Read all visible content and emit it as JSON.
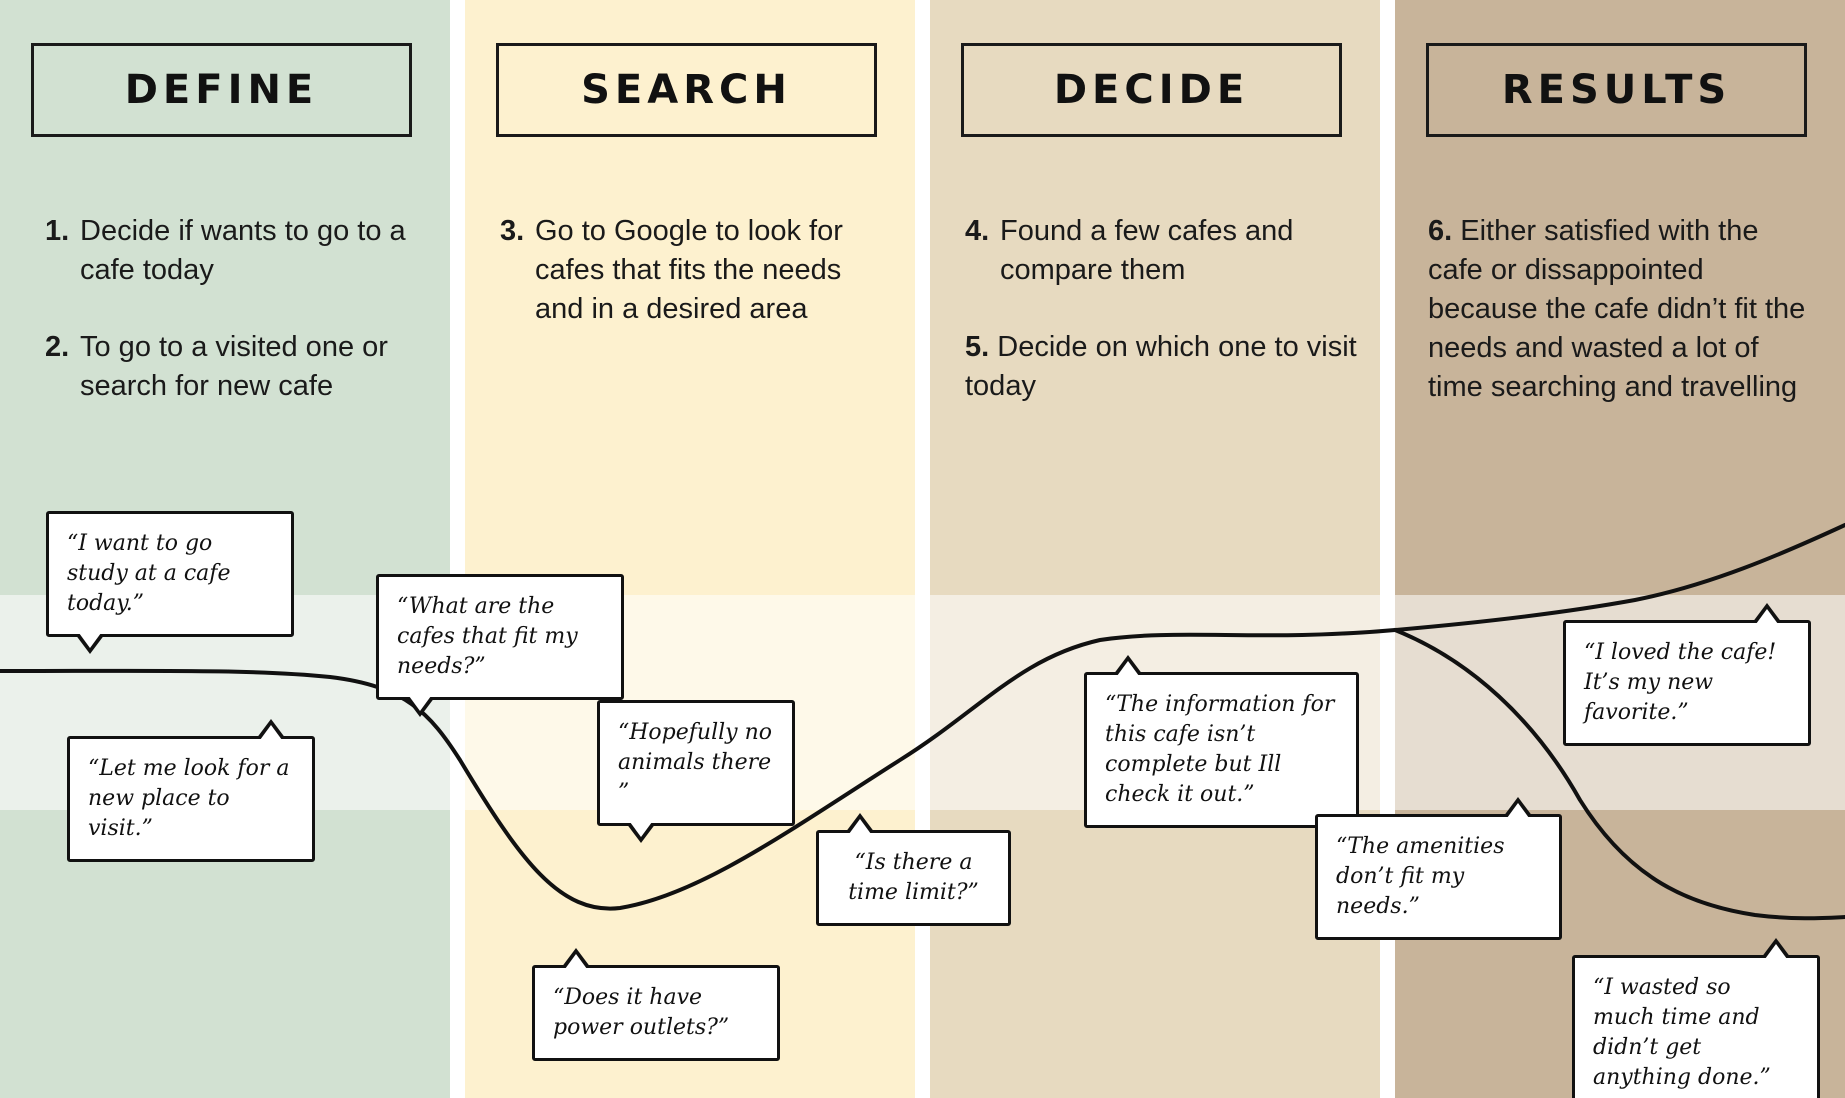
{
  "colors": {
    "define": "#d2e1d2",
    "search": "#fdf1cf",
    "decide": "#e7dac0",
    "results": "#c8b49a",
    "ink": "#111111"
  },
  "columns": [
    {
      "title": "DEFINE",
      "steps": [
        {
          "num": "1.",
          "text": "Decide if wants to go to a cafe today"
        },
        {
          "num": "2.",
          "text": "To go to a visited one or search for new cafe"
        }
      ]
    },
    {
      "title": "SEARCH",
      "steps": [
        {
          "num": "3.",
          "text": "Go to Google to look for cafes that fits the needs and in a desired area"
        }
      ]
    },
    {
      "title": "DECIDE",
      "steps": [
        {
          "num": "4.",
          "text": "Found a few cafes and compare them"
        },
        {
          "num": "5.",
          "text": "Decide on which one to visit today"
        }
      ]
    },
    {
      "title": "RESULTS",
      "steps": [
        {
          "num": "6.",
          "text": "Either satisfied with the cafe or dissappointed because the cafe didn’t fit the needs and wasted a lot of time searching and travelling"
        }
      ]
    }
  ],
  "quotes": [
    {
      "text": "“I want to go study at a cafe today.”"
    },
    {
      "text": "“Let me look for a new place to visit.”"
    },
    {
      "text": "“What are the cafes that fit my needs?”"
    },
    {
      "text": "“Hopefully no animals there ”"
    },
    {
      "text": "“Does it have power outlets?”"
    },
    {
      "text": "“Is there a time limit?”"
    },
    {
      "text": "“The information for this cafe isn’t complete but Ill check it out.”"
    },
    {
      "text": "“The amenities don’t fit my needs.”"
    },
    {
      "text": "“I loved the cafe! It’s my new favorite.”"
    },
    {
      "text": "“I wasted so much time and didn’t get anything done.”"
    }
  ]
}
